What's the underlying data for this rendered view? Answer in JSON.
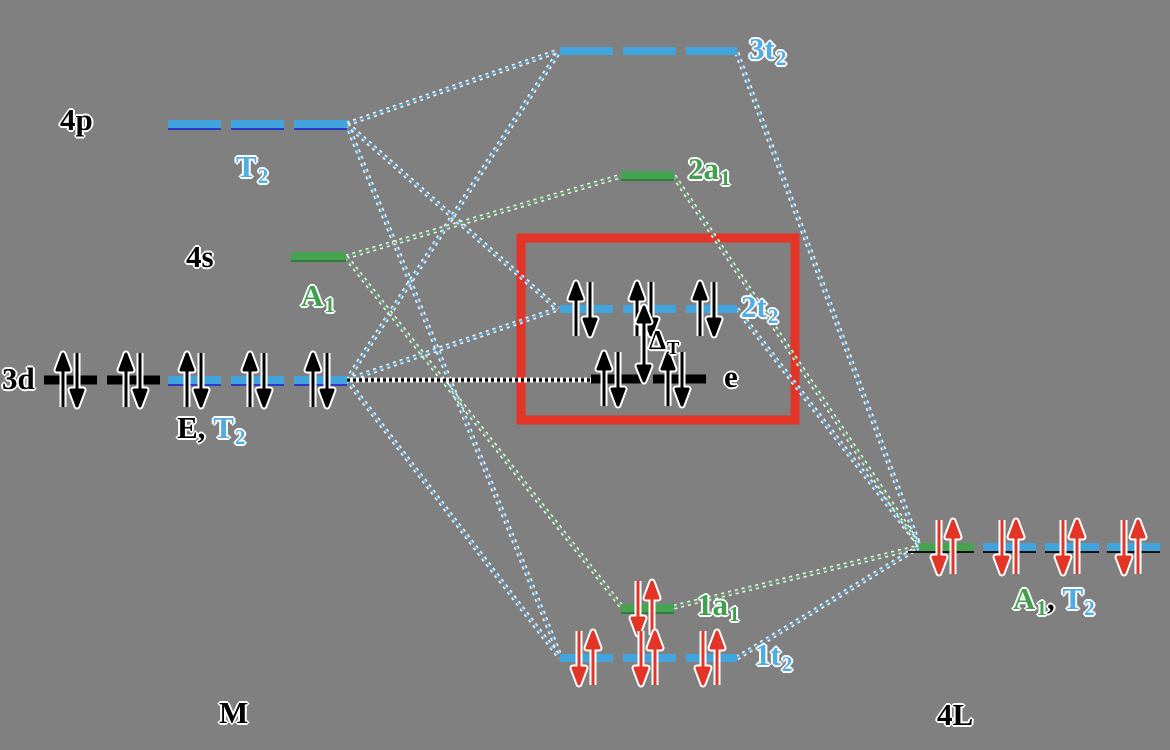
{
  "title": "Tetrahedral complex molecular orbital diagram",
  "background_color": "#808080",
  "colors": {
    "level_blue": "#42a4dd",
    "level_green": "#45a352",
    "level_black": "#000000",
    "electron_black": "#000000",
    "electron_red": "#e23427",
    "highlight_box_red": "#e23427",
    "label_blue": "#4face4",
    "label_green": "#3fa14d",
    "connector_blue": "#5fb2e6",
    "connector_green": "#5fae6a"
  },
  "labels": {
    "p4": "4p",
    "p4_sym_base": "T",
    "p4_sym_sub": "2",
    "s4": "4s",
    "s4_sym_base": "A",
    "s4_sym_sub": "1",
    "d3": "3d",
    "d3_sym_e": "E,",
    "d3_sym_t_base": "T",
    "d3_sym_t_sub": "2",
    "mo_3t2_base": "3t",
    "mo_3t2_sub": "2",
    "mo_2a1_base": "2a",
    "mo_2a1_sub": "1",
    "mo_2t2_base": "2t",
    "mo_2t2_sub": "2",
    "mo_e": "e",
    "delta_base": "Δ",
    "delta_sub": "T",
    "mo_1a1_base": "1a",
    "mo_1a1_sub": "1",
    "mo_1t2_base": "1t",
    "mo_1t2_sub": "2",
    "ligand_a_base": "A",
    "ligand_a_sub": "1",
    "ligand_comma": ",",
    "ligand_t_base": "T",
    "ligand_t_sub": "2",
    "metal": "M",
    "ligand": "4L"
  },
  "diagram": {
    "type": "mo_energy_diagram",
    "metal_fragment": {
      "label": "M",
      "levels": [
        {
          "name": "4p",
          "symmetry": "T2",
          "color": "blue",
          "segments": 3,
          "electron_pairs": 0
        },
        {
          "name": "4s",
          "symmetry": "A1",
          "color": "green",
          "segments": 1,
          "electron_pairs": 0
        },
        {
          "name": "3d",
          "symmetry": "E, T2",
          "segment_colors": [
            "black",
            "black",
            "blue",
            "blue",
            "blue"
          ],
          "segments": 5,
          "electron_pairs": 5,
          "electron_color": "black"
        }
      ]
    },
    "molecular_orbitals": [
      {
        "name": "3t2",
        "color": "blue",
        "segments": 3,
        "electron_pairs": 0,
        "highlighted": false
      },
      {
        "name": "2a1",
        "color": "green",
        "segments": 1,
        "electron_pairs": 0,
        "highlighted": false
      },
      {
        "name": "2t2",
        "color": "blue",
        "segments": 3,
        "electron_pairs": 3,
        "electron_color": "black",
        "highlighted": true
      },
      {
        "name": "e",
        "color": "black",
        "segments": 2,
        "electron_pairs": 2,
        "electron_color": "black",
        "highlighted": true
      },
      {
        "name": "1a1",
        "color": "green",
        "segments": 1,
        "electron_pairs": 1,
        "electron_color": "red",
        "highlighted": false
      },
      {
        "name": "1t2",
        "color": "blue",
        "segments": 3,
        "electron_pairs": 3,
        "electron_color": "red",
        "highlighted": false
      }
    ],
    "ligand_fragment": {
      "label": "4L",
      "symmetry": "A1, T2",
      "segment_colors": [
        "green",
        "blue",
        "blue",
        "blue"
      ],
      "electron_pairs": 4,
      "electron_color": "red"
    },
    "gap": {
      "between": [
        "2t2",
        "e"
      ],
      "label": "ΔT"
    },
    "connections": {
      "blue": [
        [
          "4p",
          "3t2"
        ],
        [
          "4p",
          "2t2"
        ],
        [
          "4p",
          "1t2"
        ],
        [
          "3d",
          "3t2"
        ],
        [
          "3d",
          "2t2"
        ],
        [
          "3d",
          "1t2"
        ],
        [
          "3t2",
          "4L"
        ],
        [
          "2t2",
          "4L"
        ],
        [
          "1t2",
          "4L"
        ]
      ],
      "green": [
        [
          "4s",
          "2a1"
        ],
        [
          "4s",
          "1a1"
        ],
        [
          "2a1",
          "4L"
        ],
        [
          "1a1",
          "4L"
        ]
      ],
      "black_dotted": [
        [
          "3d",
          "e"
        ]
      ]
    }
  }
}
